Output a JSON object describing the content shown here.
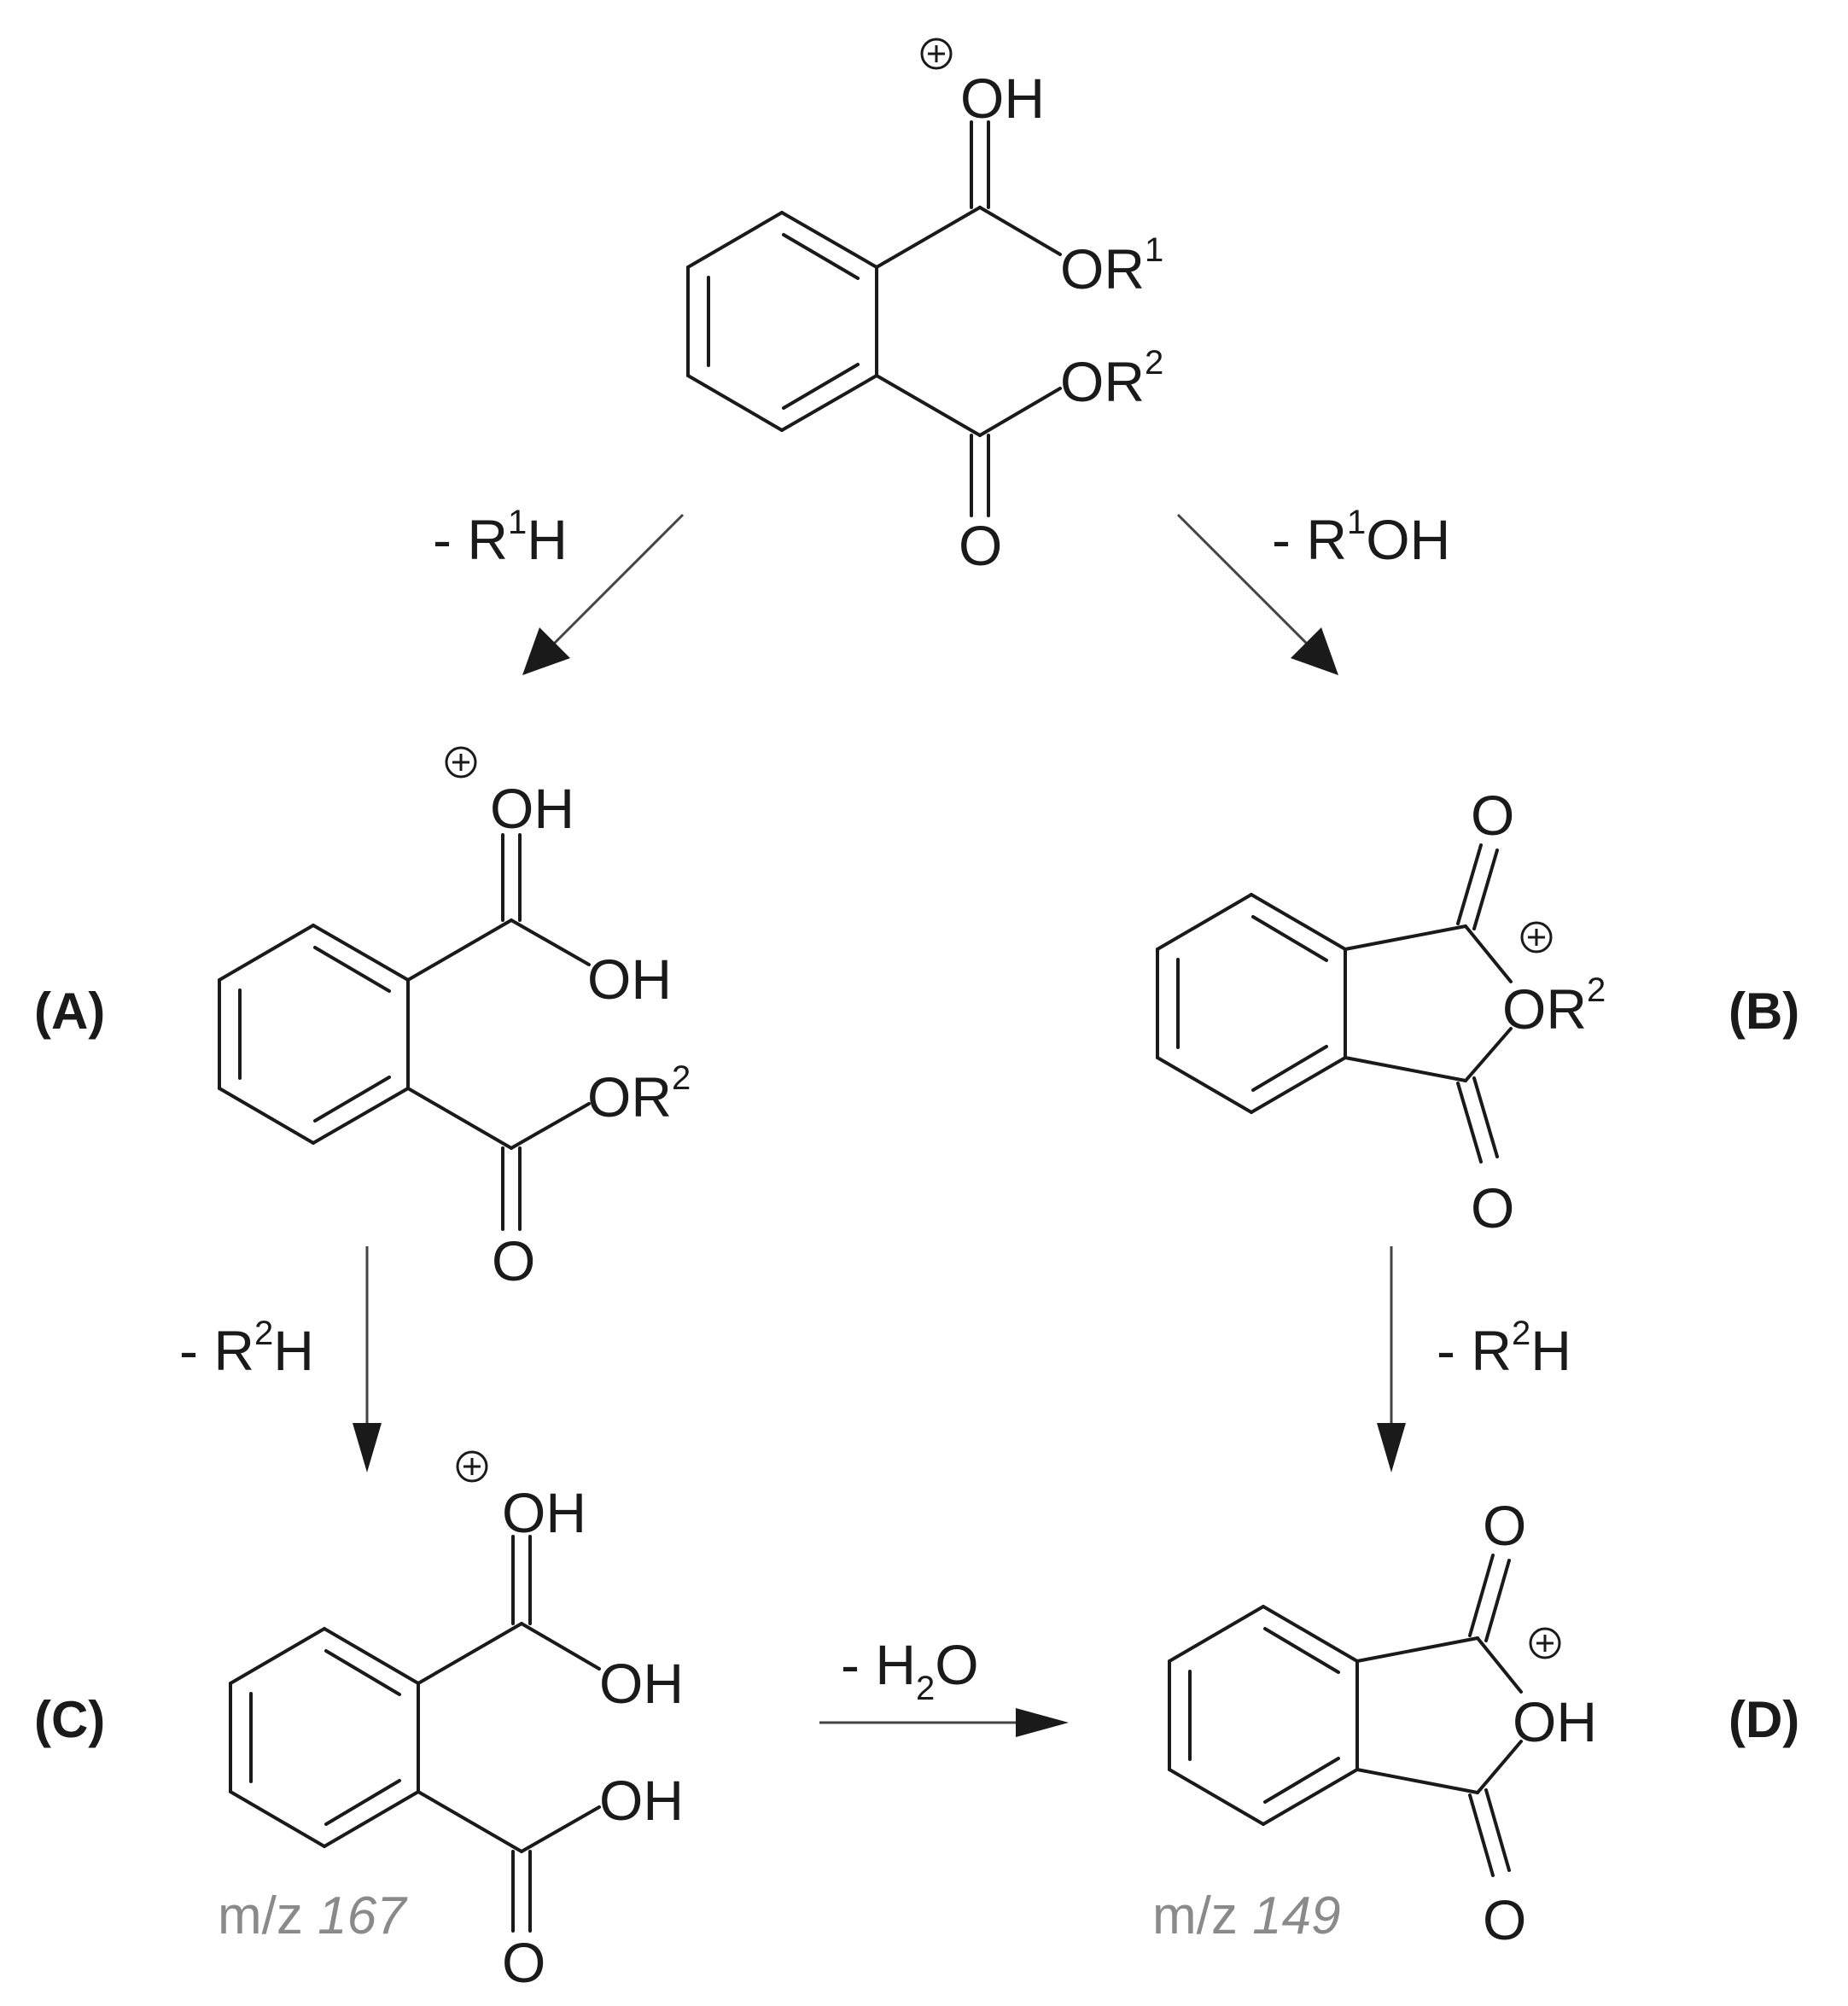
{
  "atoms": {
    "O": "O",
    "OH": "OH",
    "OR": "OR",
    "sup_1": "1",
    "sup_2": "2"
  },
  "conditions": {
    "loss_R1H": {
      "prefix": "- R",
      "sup": "1",
      "suffix": "H"
    },
    "loss_R1OH": {
      "prefix": "- R",
      "sup": "1",
      "suffix": "OH"
    },
    "loss_R2H_left": {
      "prefix": "- R",
      "sup": "2",
      "suffix": "H"
    },
    "loss_R2H_right": {
      "prefix": "- R",
      "sup": "2",
      "suffix": "H"
    },
    "loss_H2O": {
      "prefix": "- H",
      "sub": "2",
      "suffix": "O"
    }
  },
  "labels": {
    "A": "(A)",
    "B": "(B)",
    "C": "(C)",
    "D": "(D)"
  },
  "mass": {
    "C": {
      "prefix": "m/z ",
      "value": "167"
    },
    "D": {
      "prefix": "m/z ",
      "value": "149"
    }
  },
  "colors": {
    "ink": "#1a1a1a",
    "mass_label": "#8a8a8a"
  }
}
